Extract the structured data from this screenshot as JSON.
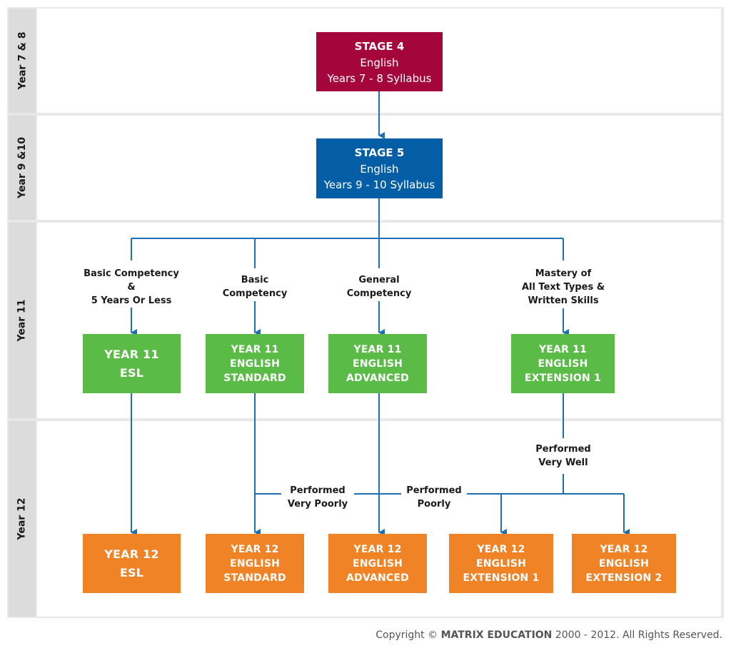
{
  "rows": [
    {
      "label": "Year 7 & 8"
    },
    {
      "label": "Year 9 &10"
    },
    {
      "label": "Year 11"
    },
    {
      "label": "Year 12"
    }
  ],
  "stage4": {
    "line1": "STAGE  4",
    "line2": "English",
    "line3": "Years 7 - 8 Syllabus",
    "color": "#a4053b"
  },
  "stage5": {
    "line1": "STAGE  5",
    "line2": "English",
    "line3": "Years 9 - 10 Syllabus",
    "color": "#045ea6"
  },
  "year11_criteria": [
    {
      "lines": [
        "Basic Competency",
        "&",
        "5 Years Or Less"
      ]
    },
    {
      "lines": [
        "Basic",
        "Competency"
      ]
    },
    {
      "lines": [
        "General",
        "Competency"
      ]
    },
    {
      "lines": [
        "Mastery of",
        "All Text Types &",
        "Written Skills"
      ]
    }
  ],
  "year11_courses": [
    {
      "lines": [
        "YEAR 11",
        "ESL"
      ]
    },
    {
      "lines": [
        "YEAR 11",
        "ENGLISH",
        "STANDARD"
      ]
    },
    {
      "lines": [
        "YEAR 11",
        "ENGLISH",
        "ADVANCED"
      ]
    },
    {
      "lines": [
        "YEAR 11",
        "ENGLISH",
        "EXTENSION 1"
      ]
    }
  ],
  "year12_courses": [
    {
      "lines": [
        "YEAR 12",
        "ESL"
      ]
    },
    {
      "lines": [
        "YEAR 12",
        "ENGLISH",
        "STANDARD"
      ]
    },
    {
      "lines": [
        "YEAR 12",
        "ENGLISH",
        "ADVANCED"
      ]
    },
    {
      "lines": [
        "YEAR 12",
        "ENGLISH",
        "EXTENSION 1"
      ]
    },
    {
      "lines": [
        "YEAR 12",
        "ENGLISH",
        "EXTENSION 2"
      ]
    }
  ],
  "transitions": {
    "very_poorly": [
      "Performed",
      "Very Poorly"
    ],
    "poorly": [
      "Performed",
      "Poorly"
    ],
    "very_well": [
      "Performed",
      "Very Well"
    ]
  },
  "colors": {
    "stage4": "#a4053b",
    "stage5": "#045ea6",
    "year11": "#5bbb47",
    "year12": "#f08326",
    "connector": "#1f6fb5"
  },
  "copyright": {
    "prefix": "Copyright © ",
    "brand": "MATRIX EDUCATION",
    "suffix": " 2000 - 2012. All Rights Reserved."
  }
}
